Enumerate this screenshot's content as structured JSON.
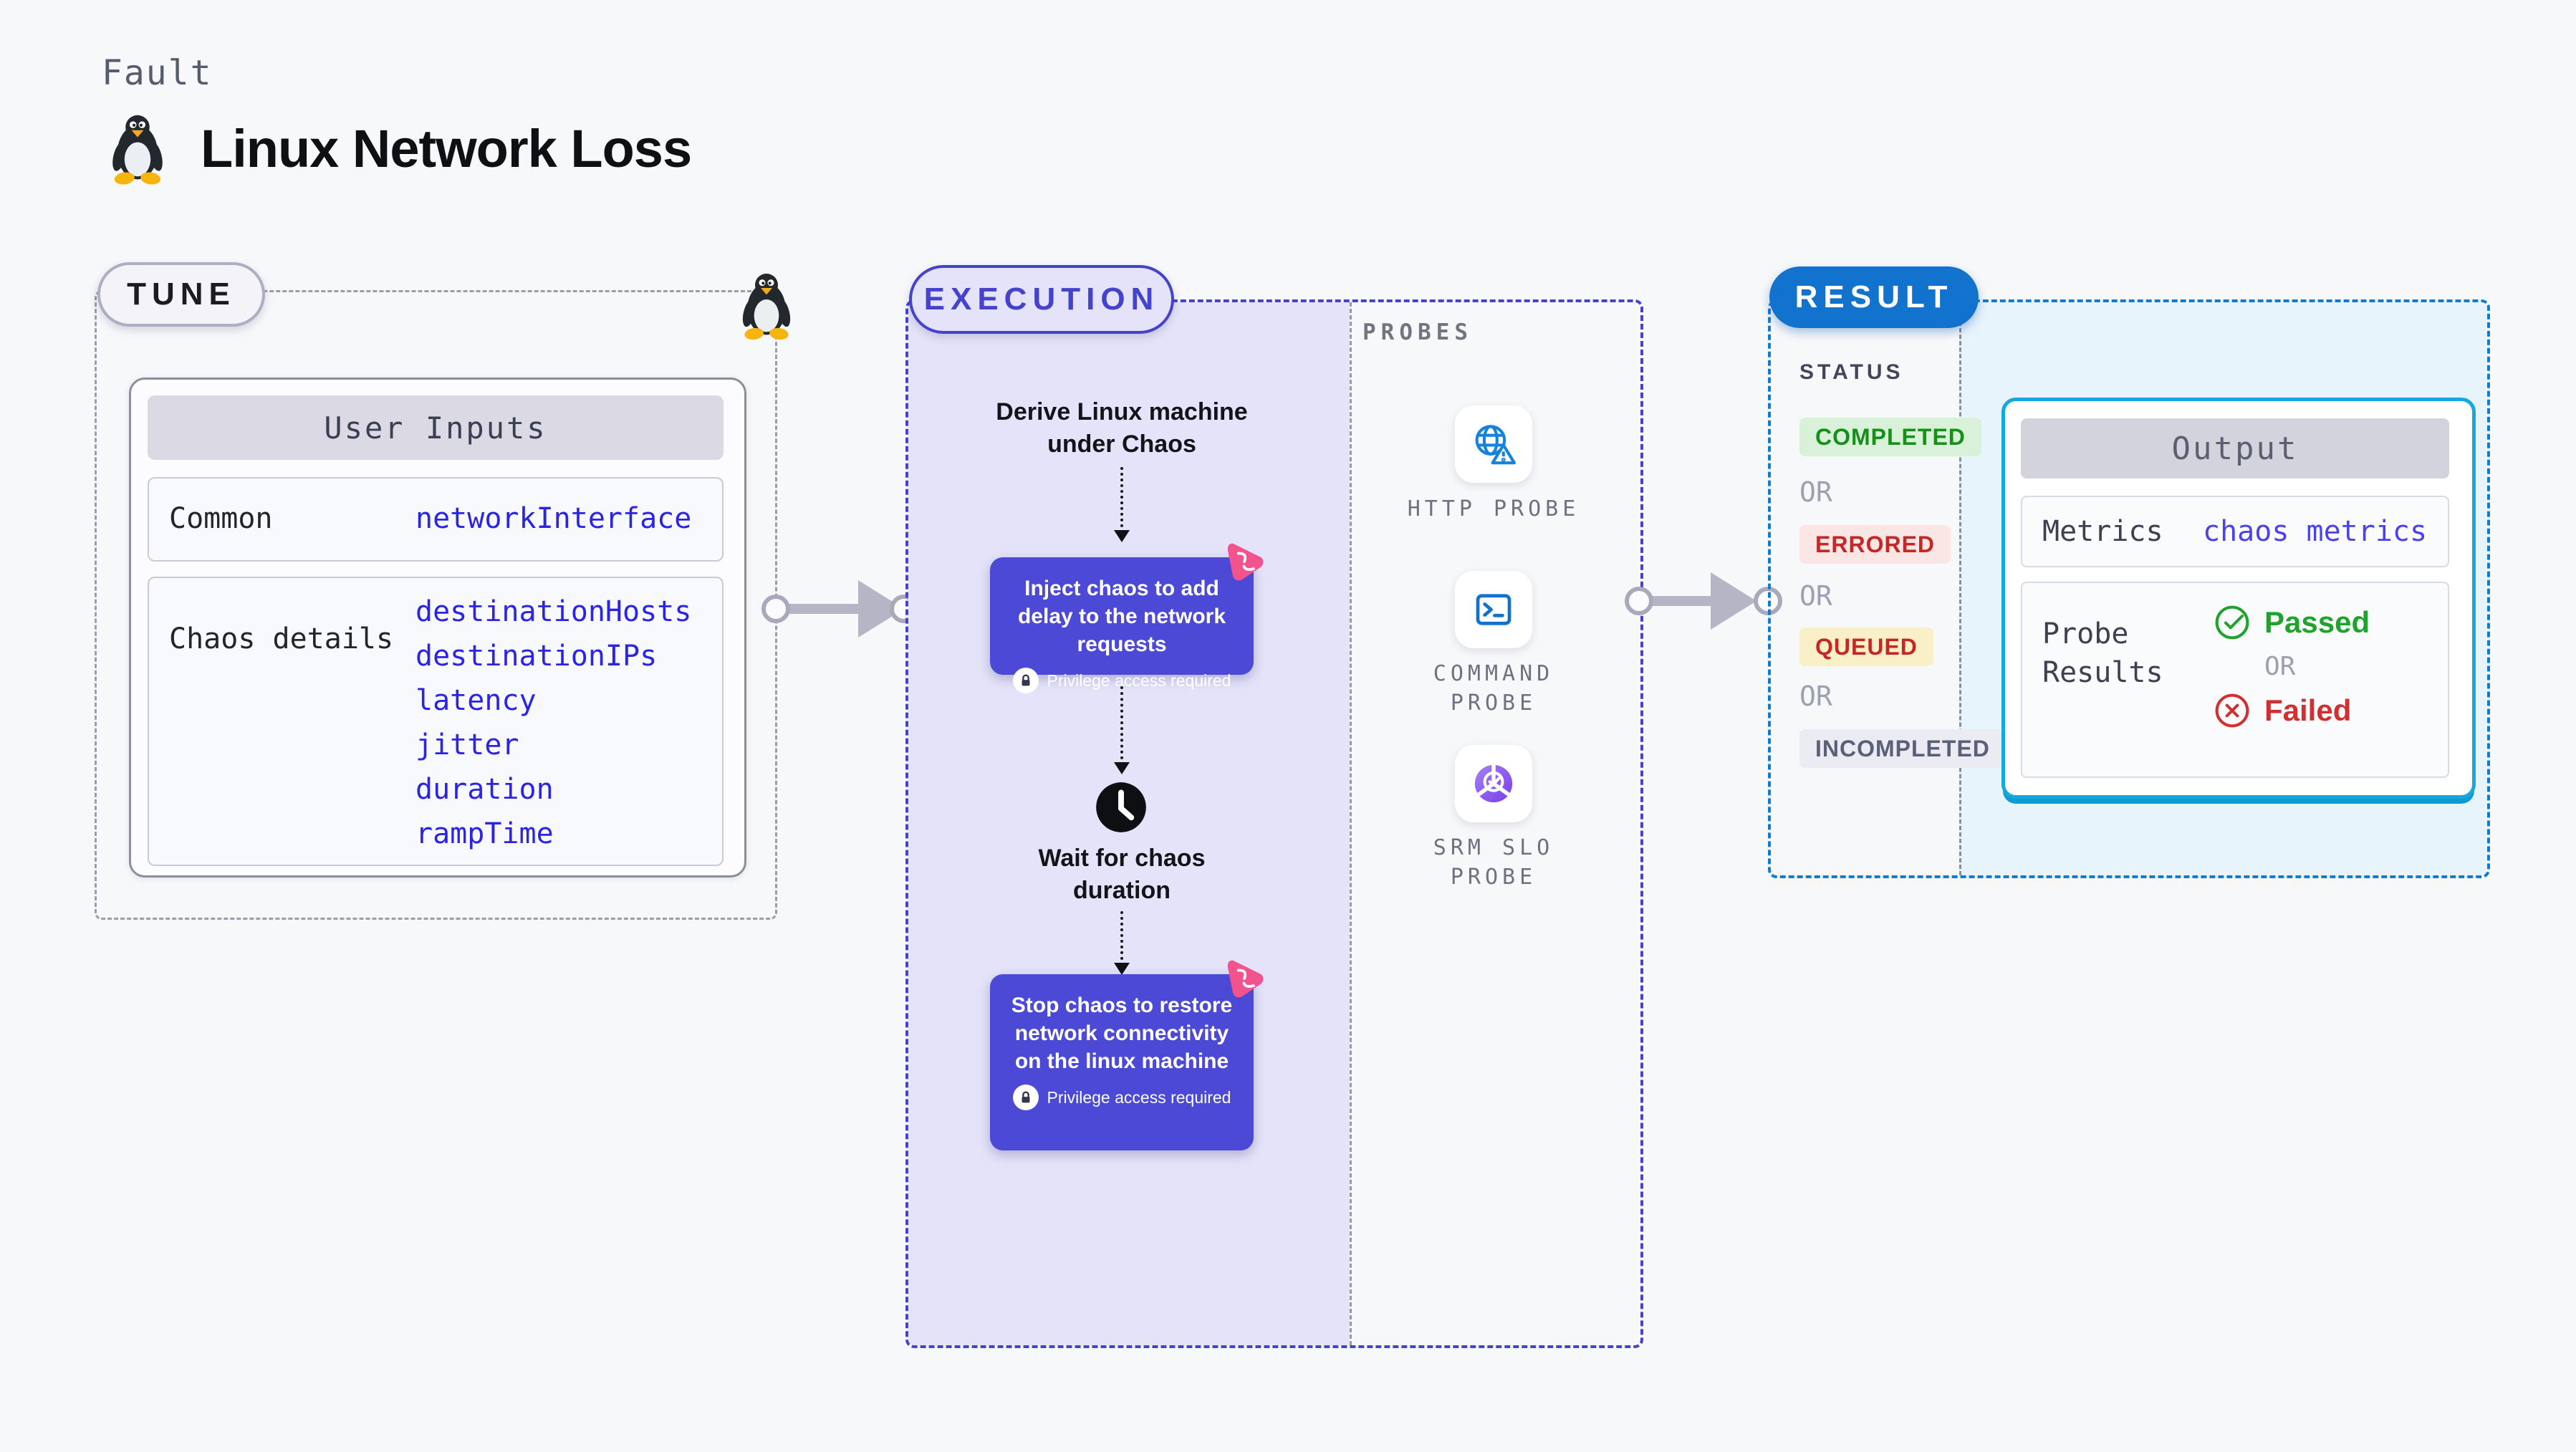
{
  "header": {
    "kicker": "Fault",
    "title": "Linux Network Loss"
  },
  "tune": {
    "badge": "TUNE",
    "table_header": "User Inputs",
    "common_label": "Common",
    "common_value": "networkInterface",
    "chaos_label": "Chaos details",
    "chaos_params": [
      "destinationHosts",
      "destinationIPs",
      "latency",
      "jitter",
      "duration",
      "rampTime"
    ]
  },
  "execution": {
    "badge": "EXECUTION",
    "derive_step": "Derive Linux machine under Chaos",
    "inject_step": "Inject chaos to add delay to the network requests",
    "wait_step": "Wait for chaos duration",
    "stop_step": "Stop chaos to restore network connectivity on the linux machine",
    "privilege_note": "Privilege access required"
  },
  "probes": {
    "label": "PROBES",
    "items": [
      {
        "name": "HTTP PROBE",
        "icon": "globe-warning-icon"
      },
      {
        "name": "COMMAND PROBE",
        "icon": "terminal-icon"
      },
      {
        "name": "SRM SLO PROBE",
        "icon": "slo-donut-check-icon"
      }
    ]
  },
  "result": {
    "badge": "RESULT",
    "status_label": "STATUS",
    "or_label": "OR",
    "statuses": [
      {
        "label": "COMPLETED",
        "color": "#17901A",
        "bg": "#D9F1D9"
      },
      {
        "label": "ERRORED",
        "color": "#C52727",
        "bg": "#FBE6E6"
      },
      {
        "label": "QUEUED",
        "color": "#C52727",
        "bg": "#FAF0C8"
      },
      {
        "label": "INCOMPLETED",
        "color": "#5A6078",
        "bg": "#EBECF3"
      }
    ],
    "output": {
      "header": "Output",
      "metrics_label": "Metrics",
      "metrics_value": "chaos metrics",
      "probe_results_label": "Probe Results",
      "passed": "Passed",
      "or_label": "OR",
      "failed": "Failed"
    }
  },
  "colors": {
    "page_bg": "#F7F8FA",
    "execution_accent": "#4543CC",
    "execution_fill": "#E4E3F9",
    "step_box": "#4B49D6",
    "result_accent": "#0F7CD4",
    "result_fill": "#E8F4FB",
    "output_border": "#15A7DF",
    "code_blue": "#2B24E8",
    "pink_logo": "#F2538D",
    "probe_icon_blue": "#1583DB",
    "passed_green": "#1FA32C",
    "failed_red": "#D23030",
    "arrow_gray": "#B5B5C5"
  }
}
